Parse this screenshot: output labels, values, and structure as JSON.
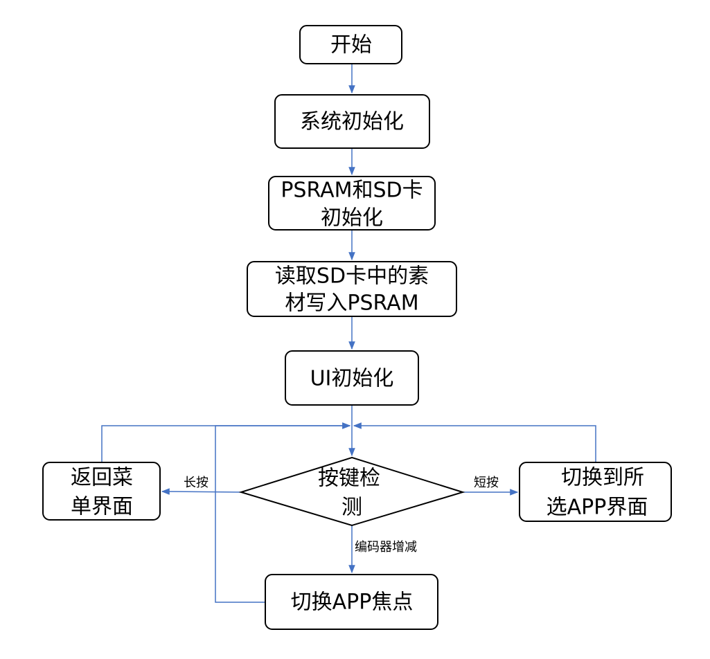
{
  "nodes": {
    "start": {
      "lines": [
        "开始"
      ]
    },
    "sysinit": {
      "lines": [
        "系统初始化"
      ]
    },
    "psram_sd_init": {
      "lines": [
        "PSRAM和SD卡",
        "初始化"
      ]
    },
    "load_assets": {
      "lines": [
        "读取SD卡中的素",
        "材写入PSRAM"
      ]
    },
    "ui_init": {
      "lines": [
        "UI初始化"
      ]
    },
    "key_detect": {
      "lines": [
        "按键检",
        "测"
      ]
    },
    "back_menu": {
      "lines": [
        "返回菜",
        "单界面"
      ]
    },
    "switch_app_ui": {
      "lines": [
        "切换到所",
        "选APP界面"
      ]
    },
    "switch_focus": {
      "lines": [
        "切换APP焦点"
      ]
    }
  },
  "edge_labels": {
    "long_press": "长按",
    "short_press": "短按",
    "encoder": "编码器增减"
  },
  "colors": {
    "edge": "#4472C4",
    "node_border": "#000000"
  }
}
